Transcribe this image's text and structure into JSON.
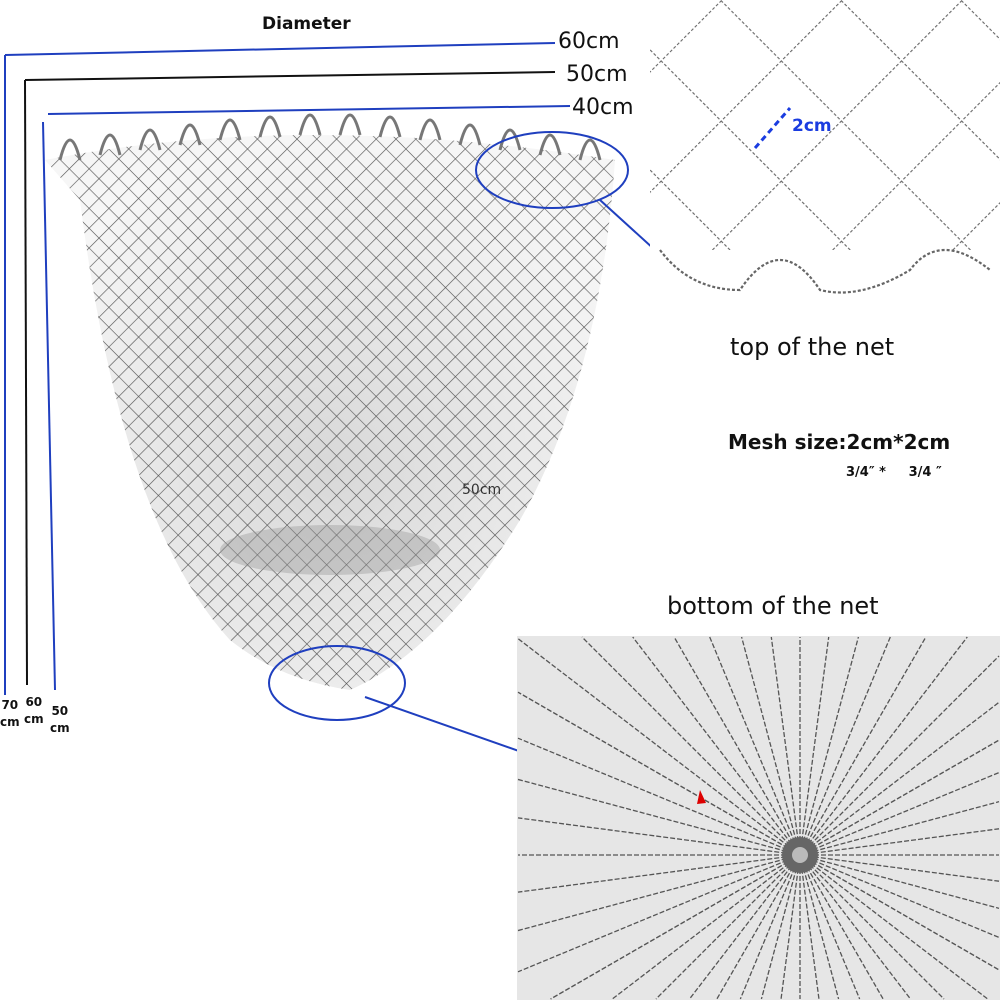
{
  "diameter": {
    "title": "Diameter",
    "sizes": [
      "60cm",
      "50cm",
      "40cm"
    ]
  },
  "depth": {
    "sizes": [
      {
        "num": "70",
        "unit": "cm"
      },
      {
        "num": "60",
        "unit": "cm"
      },
      {
        "num": "50",
        "unit": "cm"
      }
    ]
  },
  "net_label": "50cm",
  "top_detail": {
    "caption": "top of the net",
    "mesh_mark": "2cm"
  },
  "mesh": {
    "size": "Mesh size:2cm*2cm",
    "inches": "3/4″ *     3/4 ″"
  },
  "bottom_detail": {
    "caption": "bottom of the net"
  },
  "colors": {
    "accent": "#1f3fbf",
    "mesh_mark": "#1a3ce0",
    "net": "#555555"
  }
}
